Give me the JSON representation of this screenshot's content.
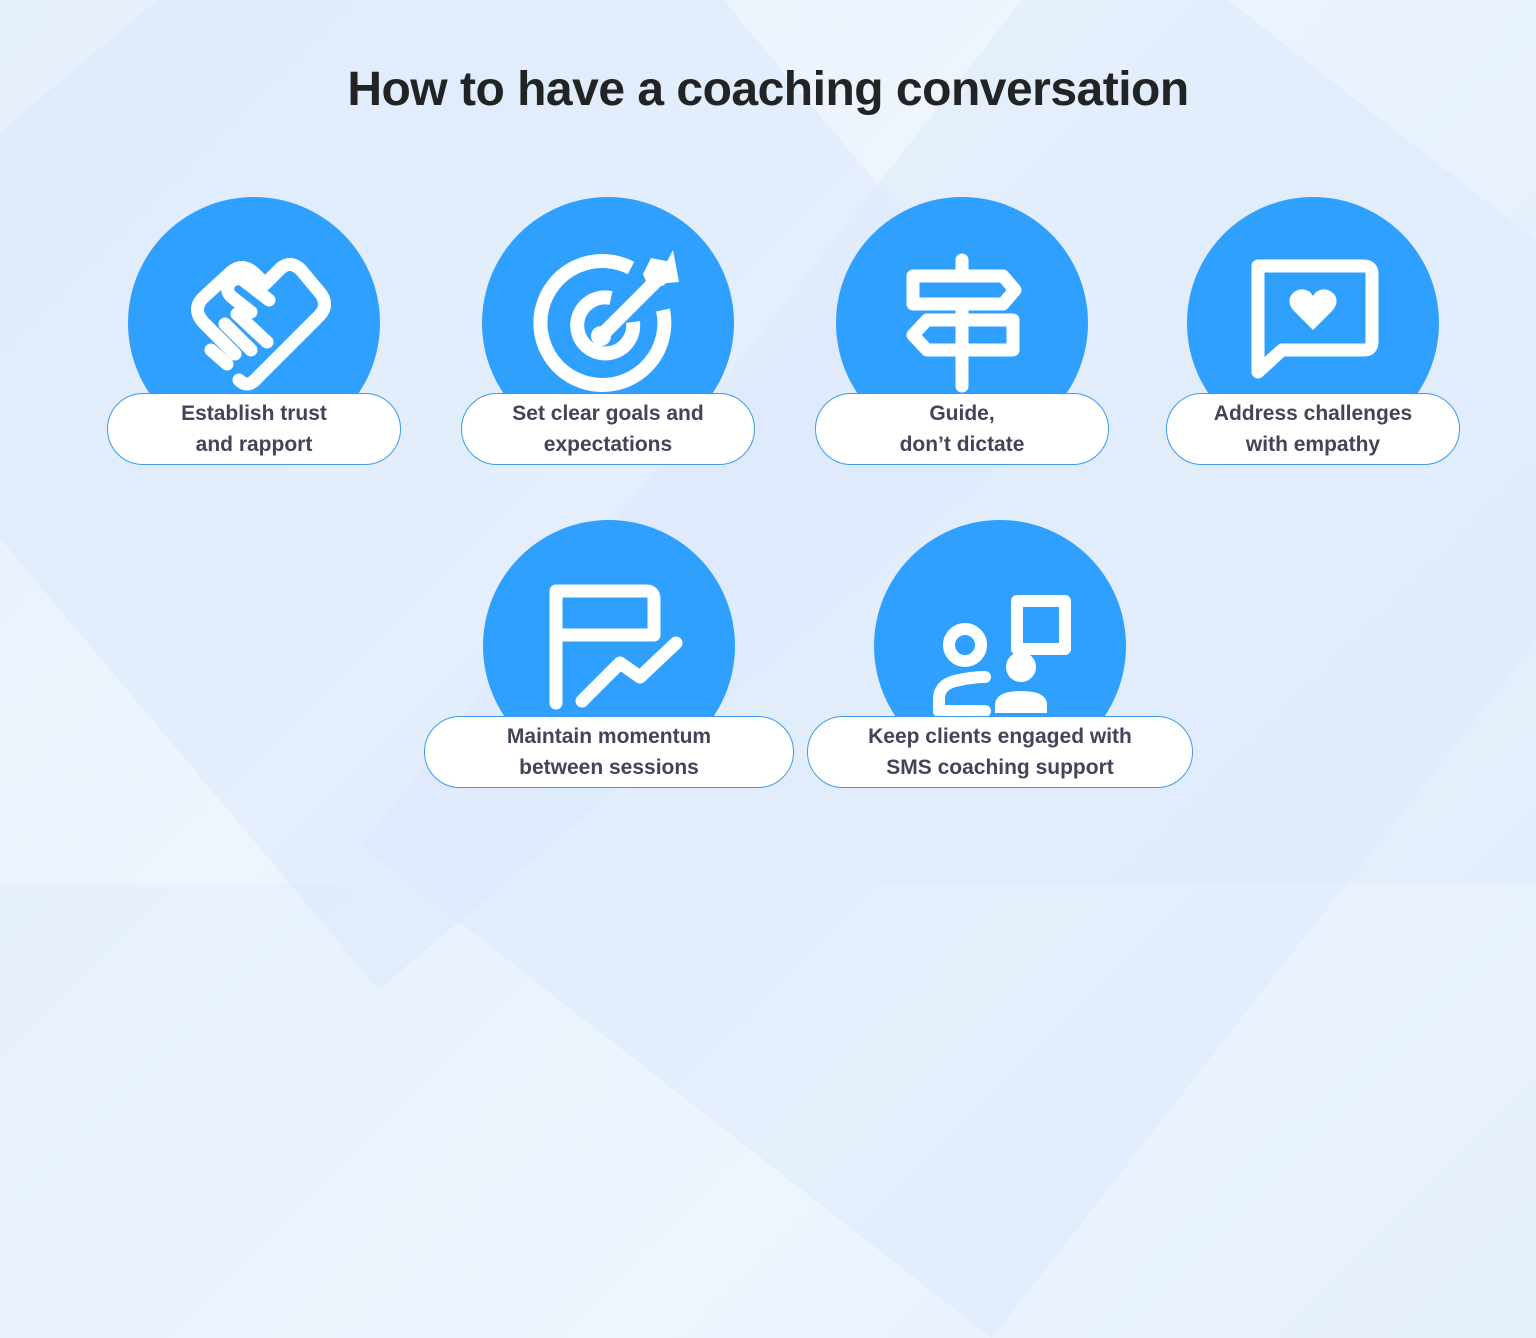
{
  "title": "How to have a coaching conversation",
  "colors": {
    "accent": "#30a0ff",
    "pill_border": "#3a9bf0",
    "label_text": "#45435a",
    "title_text": "#212325",
    "background": "#eaf3fd"
  },
  "steps": [
    {
      "icon": "handshake-icon",
      "line1": "Establish trust",
      "line2": "and rapport"
    },
    {
      "icon": "target-arrow-icon",
      "line1": "Set clear goals and",
      "line2": "expectations"
    },
    {
      "icon": "signpost-icon",
      "line1": "Guide,",
      "line2": "don’t dictate"
    },
    {
      "icon": "chat-heart-icon",
      "line1": "Address challenges",
      "line2": "with empathy"
    },
    {
      "icon": "flag-trend-icon",
      "line1": "Maintain momentum",
      "line2": "between sessions"
    },
    {
      "icon": "people-chat-icon",
      "line1": "Keep clients engaged with",
      "line2": "SMS coaching support"
    }
  ]
}
